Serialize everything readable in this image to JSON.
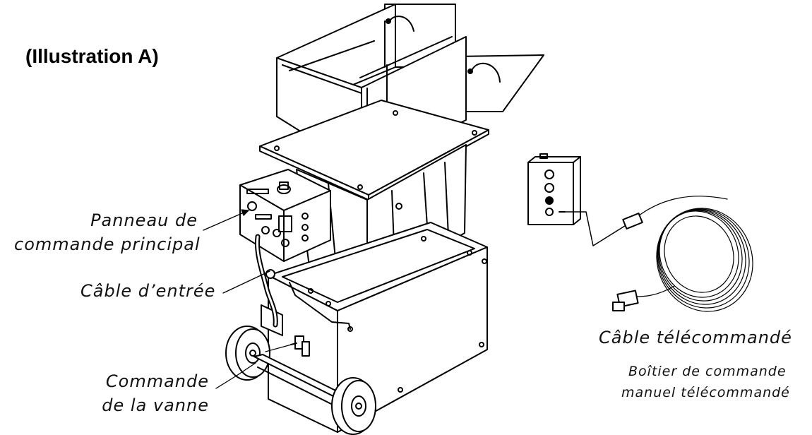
{
  "title": "(Illustration A)",
  "labels": {
    "control_panel": [
      "Panneau de",
      "commande principal"
    ],
    "input_cable": "Câble d’entrée",
    "valve_control": [
      "Commande",
      "de la vanne"
    ],
    "remote_cable": "Câble télécommandé",
    "remote_box": [
      "Boîtier de commande",
      "manuel télécommandé"
    ]
  }
}
